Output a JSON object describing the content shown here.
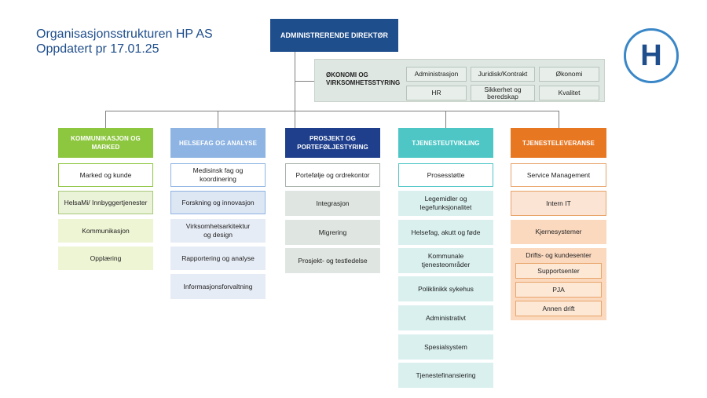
{
  "title": {
    "line1": "Organisasjonsstrukturen HP AS",
    "line2": "Oppdatert pr 17.01.25"
  },
  "logo": {
    "letter": "H",
    "icon": "hospital-h-logo",
    "color": "#3a87c8"
  },
  "ceo": {
    "label": "ADMINISTRERENDE DIREKTØR",
    "color": "#1f4e8c"
  },
  "economy": {
    "title": "ØKONOMI OG VIRKSOMHETSSTYRING",
    "units": [
      "Administrasjon",
      "Juridisk/Kontrakt",
      "Økonomi",
      "HR",
      "Sikkerhet og beredskap",
      "Kvalitet"
    ]
  },
  "divisions": [
    {
      "name": "KOMMUNIKASJON OG MARKED",
      "color": "#8dc63f",
      "units": [
        "Marked og kunde",
        "HelsaMi/ Innbyggertjenester",
        "Kommunikasjon",
        "Opplæring"
      ]
    },
    {
      "name": "HELSEFAG OG ANALYSE",
      "color": "#8eb4e3",
      "units": [
        "Medisinsk fag og koordinering",
        "Forskning og innovasjon",
        "Virksomhetsarkitektur og design",
        "Rapportering og analyse",
        "Informasjonsforvaltning"
      ]
    },
    {
      "name": "PROSJEKT OG PORTEFØLJESTYRING",
      "color": "#1f3f8c",
      "units": [
        "Portefølje og ordrekontor",
        "Integrasjon",
        "Migrering",
        "Prosjekt- og testledelse"
      ]
    },
    {
      "name": "TJENESTEUTVIKLING",
      "color": "#4fc6c6",
      "units": [
        "Prosesstøtte",
        "Legemidler og legefunksjonalitet",
        "Helsefag, akutt og føde",
        "Kommunale tjenesteområder",
        "Poliklinikk sykehus",
        "Administrativt",
        "Spesialsystem",
        "Tjenestefinansiering"
      ]
    },
    {
      "name": "TJENESTELEVERANSE",
      "color": "#e87722",
      "units": [
        "Service Management",
        "Intern IT",
        "Kjernesystemer",
        "Drifts- og kundesenter"
      ],
      "subunits": [
        "Supportsenter",
        "PJA",
        "Annen drift"
      ]
    }
  ]
}
